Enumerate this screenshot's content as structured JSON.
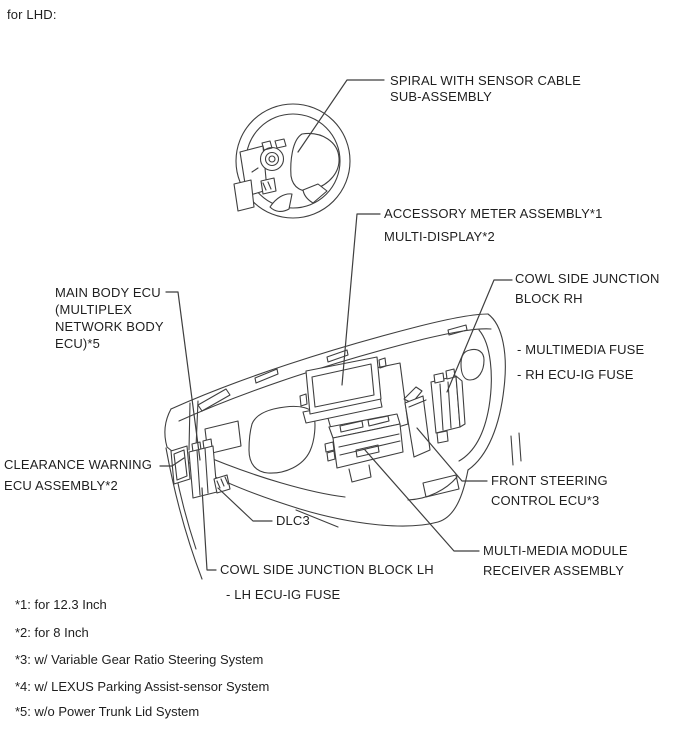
{
  "labels": {
    "header": "for LHD:",
    "spiral": [
      "SPIRAL WITH SENSOR CABLE",
      "SUB-ASSEMBLY"
    ],
    "accessory_meter": [
      "ACCESSORY METER ASSEMBLY*1",
      "MULTI-DISPLAY*2"
    ],
    "cowl_side_junction_rh": [
      "COWL SIDE JUNCTION",
      "BLOCK RH"
    ],
    "rh_fuses": [
      "- MULTIMEDIA FUSE",
      "- RH ECU-IG FUSE"
    ],
    "main_body_ecu": [
      "MAIN BODY ECU",
      "(MULTIPLEX",
      "NETWORK BODY",
      "ECU)*5"
    ],
    "clearance_warning": [
      "CLEARANCE WARNING",
      "ECU ASSEMBLY*2"
    ],
    "dlc3": "DLC3",
    "cowl_side_junction_lh": "COWL SIDE JUNCTION BLOCK LH",
    "lh_fuse": "- LH ECU-IG FUSE",
    "front_steering": [
      "FRONT STEERING",
      "CONTROL ECU*3"
    ],
    "multimedia_module": [
      "MULTI-MEDIA MODULE",
      "RECEIVER ASSEMBLY"
    ]
  },
  "footnotes": [
    "*1: for 12.3 Inch",
    "*2: for 8 Inch",
    "*3: w/ Variable Gear Ratio Steering System",
    "*4: w/ LEXUS Parking Assist-sensor System",
    "*5: w/o Power Trunk Lid System"
  ],
  "colors": {
    "line": "#3f3f3f",
    "text": "#1f1f1f",
    "background": "#ffffff"
  }
}
